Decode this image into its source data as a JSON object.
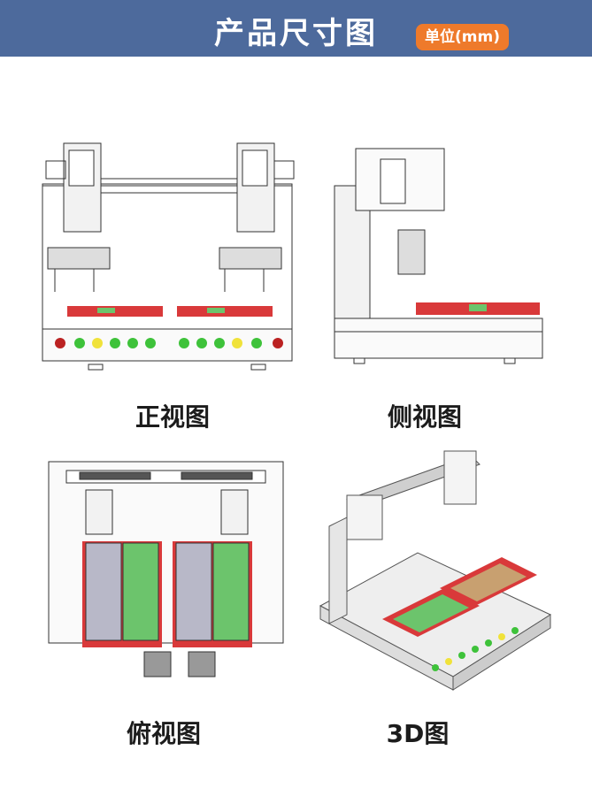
{
  "header": {
    "title": "产品尺寸图",
    "unit_badge": "单位(mm)"
  },
  "views": {
    "front": {
      "caption": "正视图"
    },
    "side": {
      "caption": "侧视图"
    },
    "top": {
      "caption": "俯视图"
    },
    "iso": {
      "caption": "3D图"
    }
  },
  "colors": {
    "header_bg": "#4d6a9c",
    "badge_bg": "#ee7a2b",
    "fixture_red": "#d9393a",
    "board_green": "#6cc46c",
    "light_green": "#3ec23a",
    "light_yellow": "#f0e23a"
  }
}
